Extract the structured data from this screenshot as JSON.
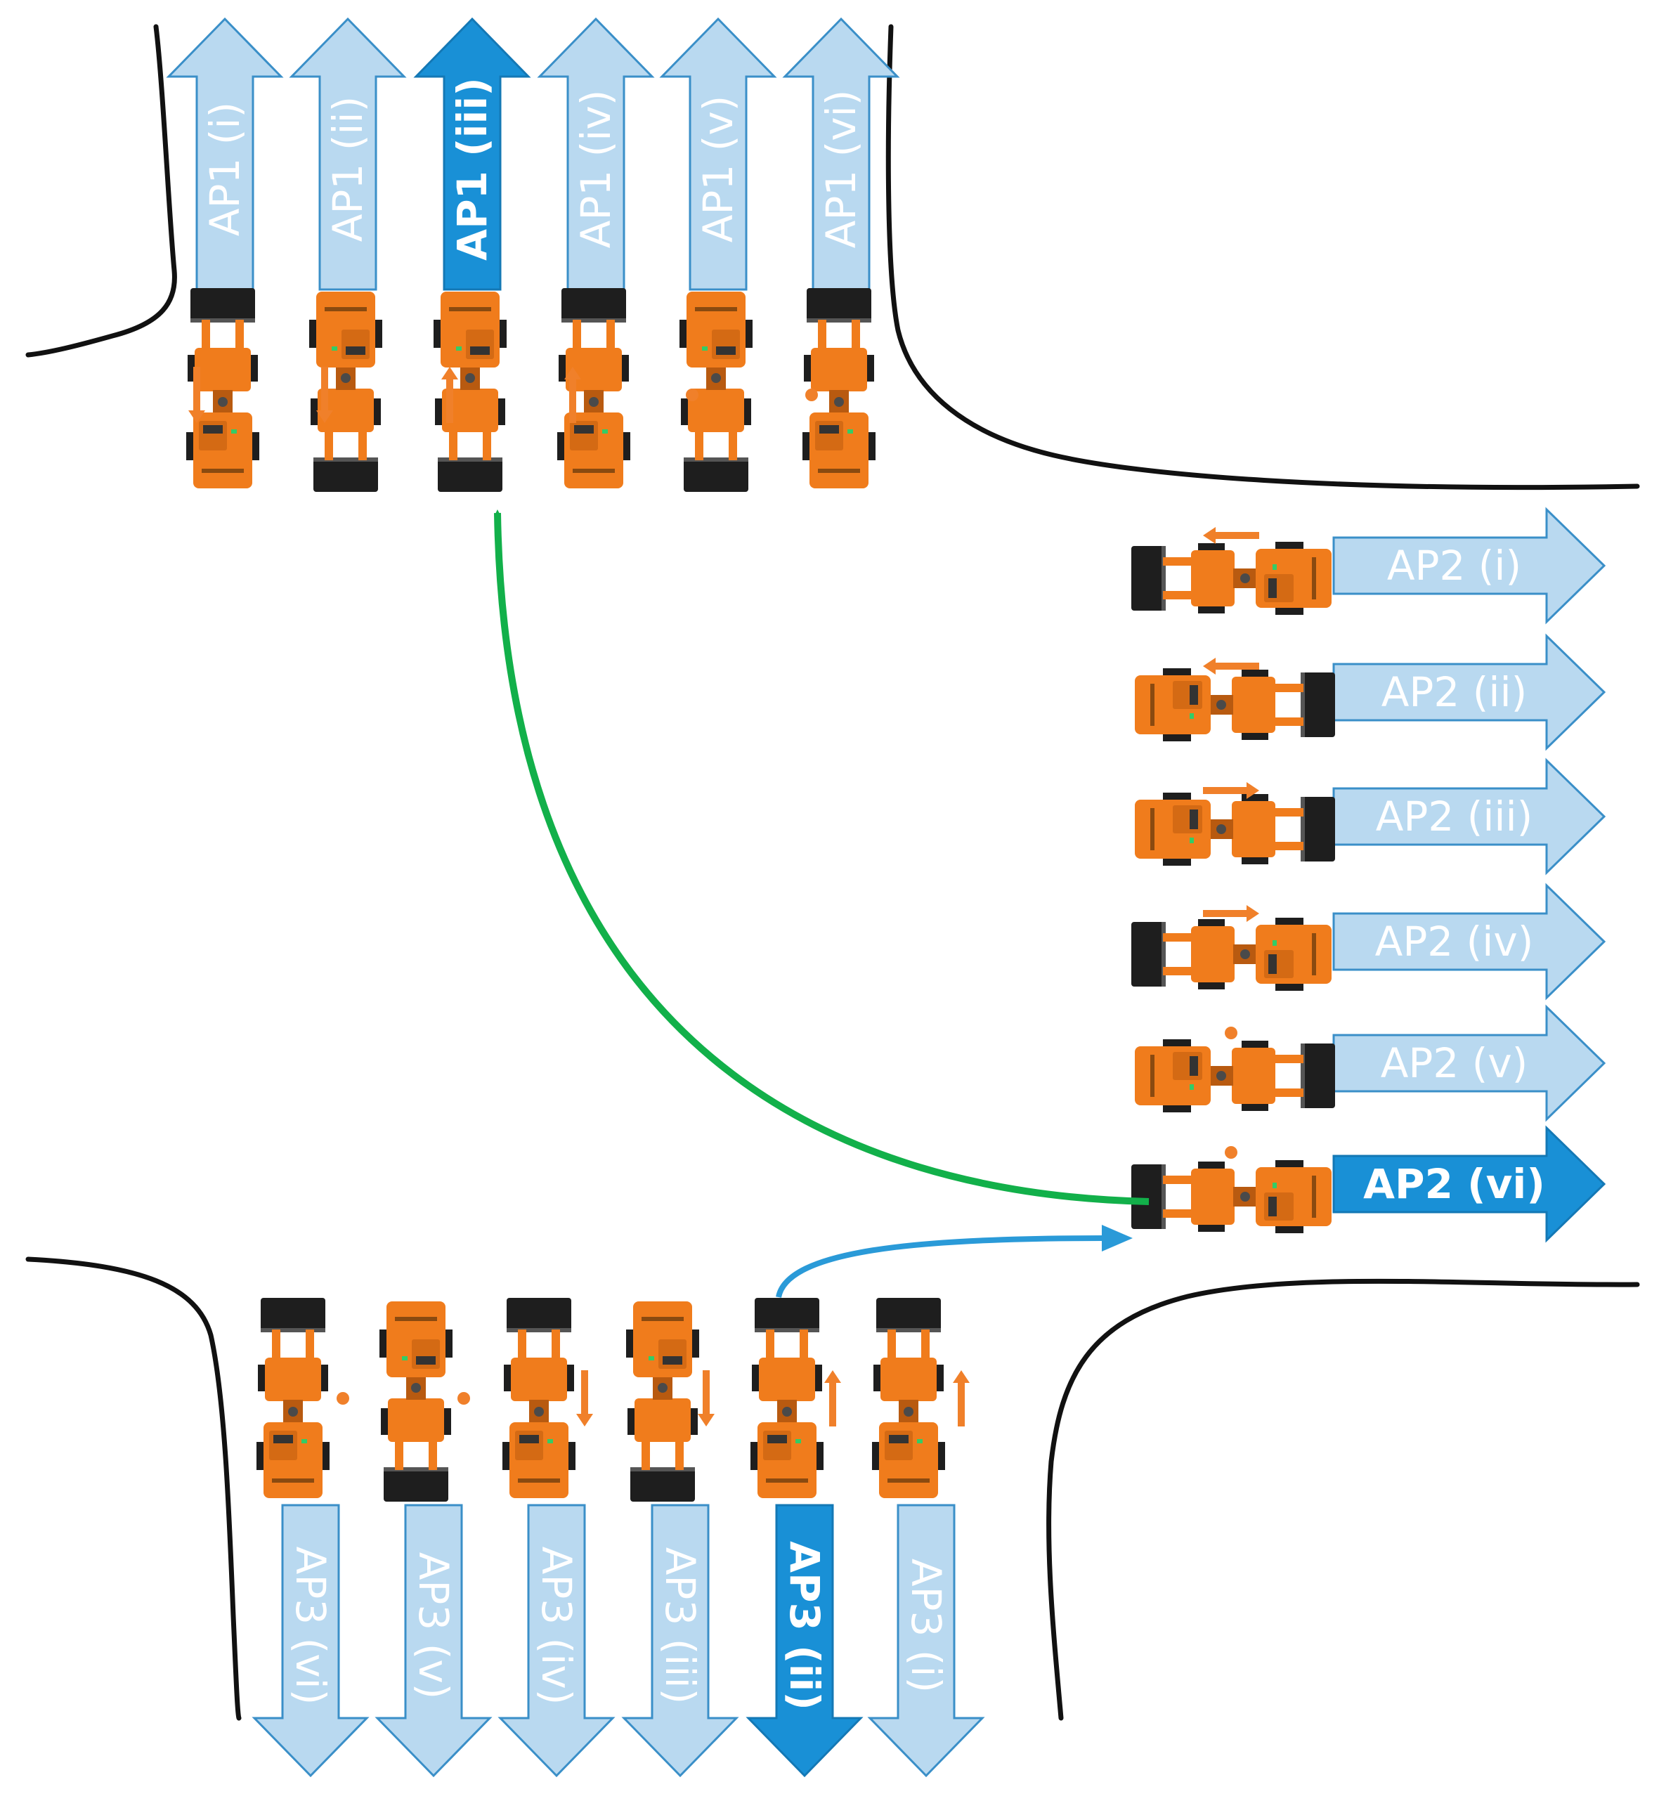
{
  "colors": {
    "road": "#111111",
    "arrow_fill": "#b9d9f0",
    "arrow_stroke": "#3a8fc8",
    "arrow_active_fill": "#1990d6",
    "arrow_active_stroke": "#1478b5",
    "label_text": "#ffffff",
    "loader_body": "#f07c1c",
    "loader_dark": "#1e1e1e",
    "motion_marker": "#f0802a",
    "path_green": "#12b04a",
    "path_blue": "#2a9ad8"
  },
  "ap1": [
    {
      "label": "AP1 (i)",
      "active": false,
      "motion": "down",
      "facing": "up"
    },
    {
      "label": "AP1 (ii)",
      "active": false,
      "motion": "down",
      "facing": "down"
    },
    {
      "label": "AP1 (iii)",
      "active": true,
      "motion": "up",
      "facing": "down"
    },
    {
      "label": "AP1 (iv)",
      "active": false,
      "motion": "up",
      "facing": "up"
    },
    {
      "label": "AP1 (v)",
      "active": false,
      "motion": "stop",
      "facing": "down"
    },
    {
      "label": "AP1 (vi)",
      "active": false,
      "motion": "stop",
      "facing": "up"
    }
  ],
  "ap2": [
    {
      "label": "AP2 (i)",
      "active": false,
      "motion": "left",
      "facing": "left"
    },
    {
      "label": "AP2 (ii)",
      "active": false,
      "motion": "left",
      "facing": "right"
    },
    {
      "label": "AP2 (iii)",
      "active": false,
      "motion": "right",
      "facing": "right"
    },
    {
      "label": "AP2 (iv)",
      "active": false,
      "motion": "right",
      "facing": "left"
    },
    {
      "label": "AP2 (v)",
      "active": false,
      "motion": "stop",
      "facing": "right"
    },
    {
      "label": "AP2 (vi)",
      "active": true,
      "motion": "stop",
      "facing": "left"
    }
  ],
  "ap3": [
    {
      "label": "AP3 (vi)",
      "active": false,
      "motion": "stop",
      "facing": "up"
    },
    {
      "label": "AP3 (v)",
      "active": false,
      "motion": "stop",
      "facing": "down"
    },
    {
      "label": "AP3 (iv)",
      "active": false,
      "motion": "down",
      "facing": "up"
    },
    {
      "label": "AP3 (iii)",
      "active": false,
      "motion": "down",
      "facing": "down"
    },
    {
      "label": "AP3 (ii)",
      "active": true,
      "motion": "up",
      "facing": "up"
    },
    {
      "label": "AP3 (i)",
      "active": false,
      "motion": "up",
      "facing": "up"
    }
  ]
}
